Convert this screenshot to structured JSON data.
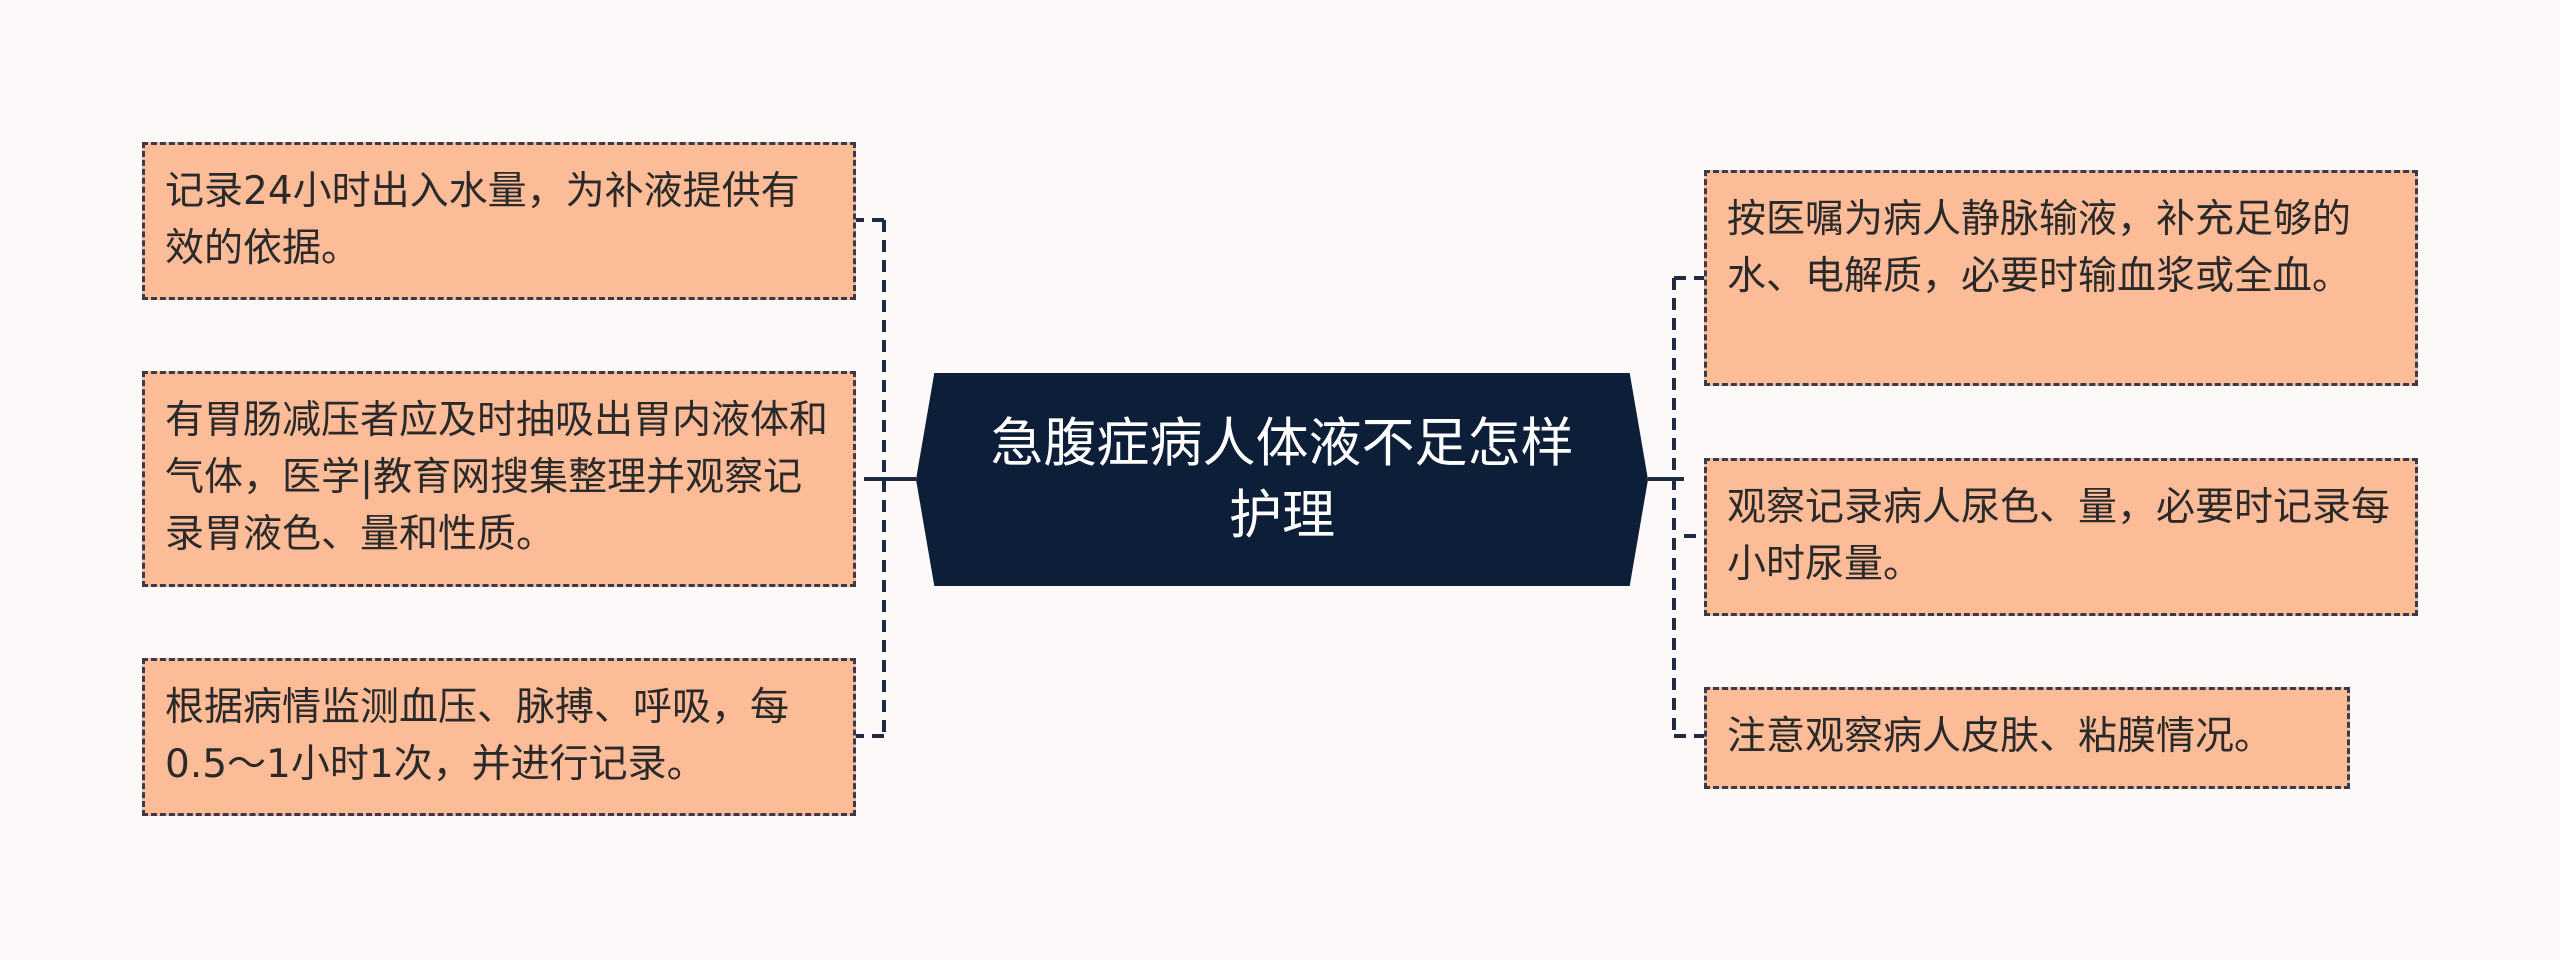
{
  "diagram": {
    "type": "mind-map",
    "center": {
      "label": "急腹症病人体液不足怎样护理"
    },
    "left_branches": [
      {
        "text": "记录24小时出入水量，为补液提供有效的依据。"
      },
      {
        "text": "有胃肠减压者应及时抽吸出胃内液体和气体，医学|教育网搜集整理并观察记录胃液色、量和性质。"
      },
      {
        "text": "根据病情监测血压、脉搏、呼吸，每0.5～1小时1次，并进行记录。"
      }
    ],
    "right_branches": [
      {
        "text": "按医嘱为病人静脉输液，补充足够的水、电解质，必要时输血浆或全血。"
      },
      {
        "text": "观察记录病人尿色、量，必要时记录每小时尿量。"
      },
      {
        "text": "注意观察病人皮肤、粘膜情况。"
      }
    ],
    "colors": {
      "background": "#fdf9f9",
      "center_fill": "#0c1e38",
      "center_text": "#ffffff",
      "leaf_fill": "#fdbc98",
      "leaf_border": "#3a3a4a",
      "connector": "#1f2a44"
    }
  }
}
